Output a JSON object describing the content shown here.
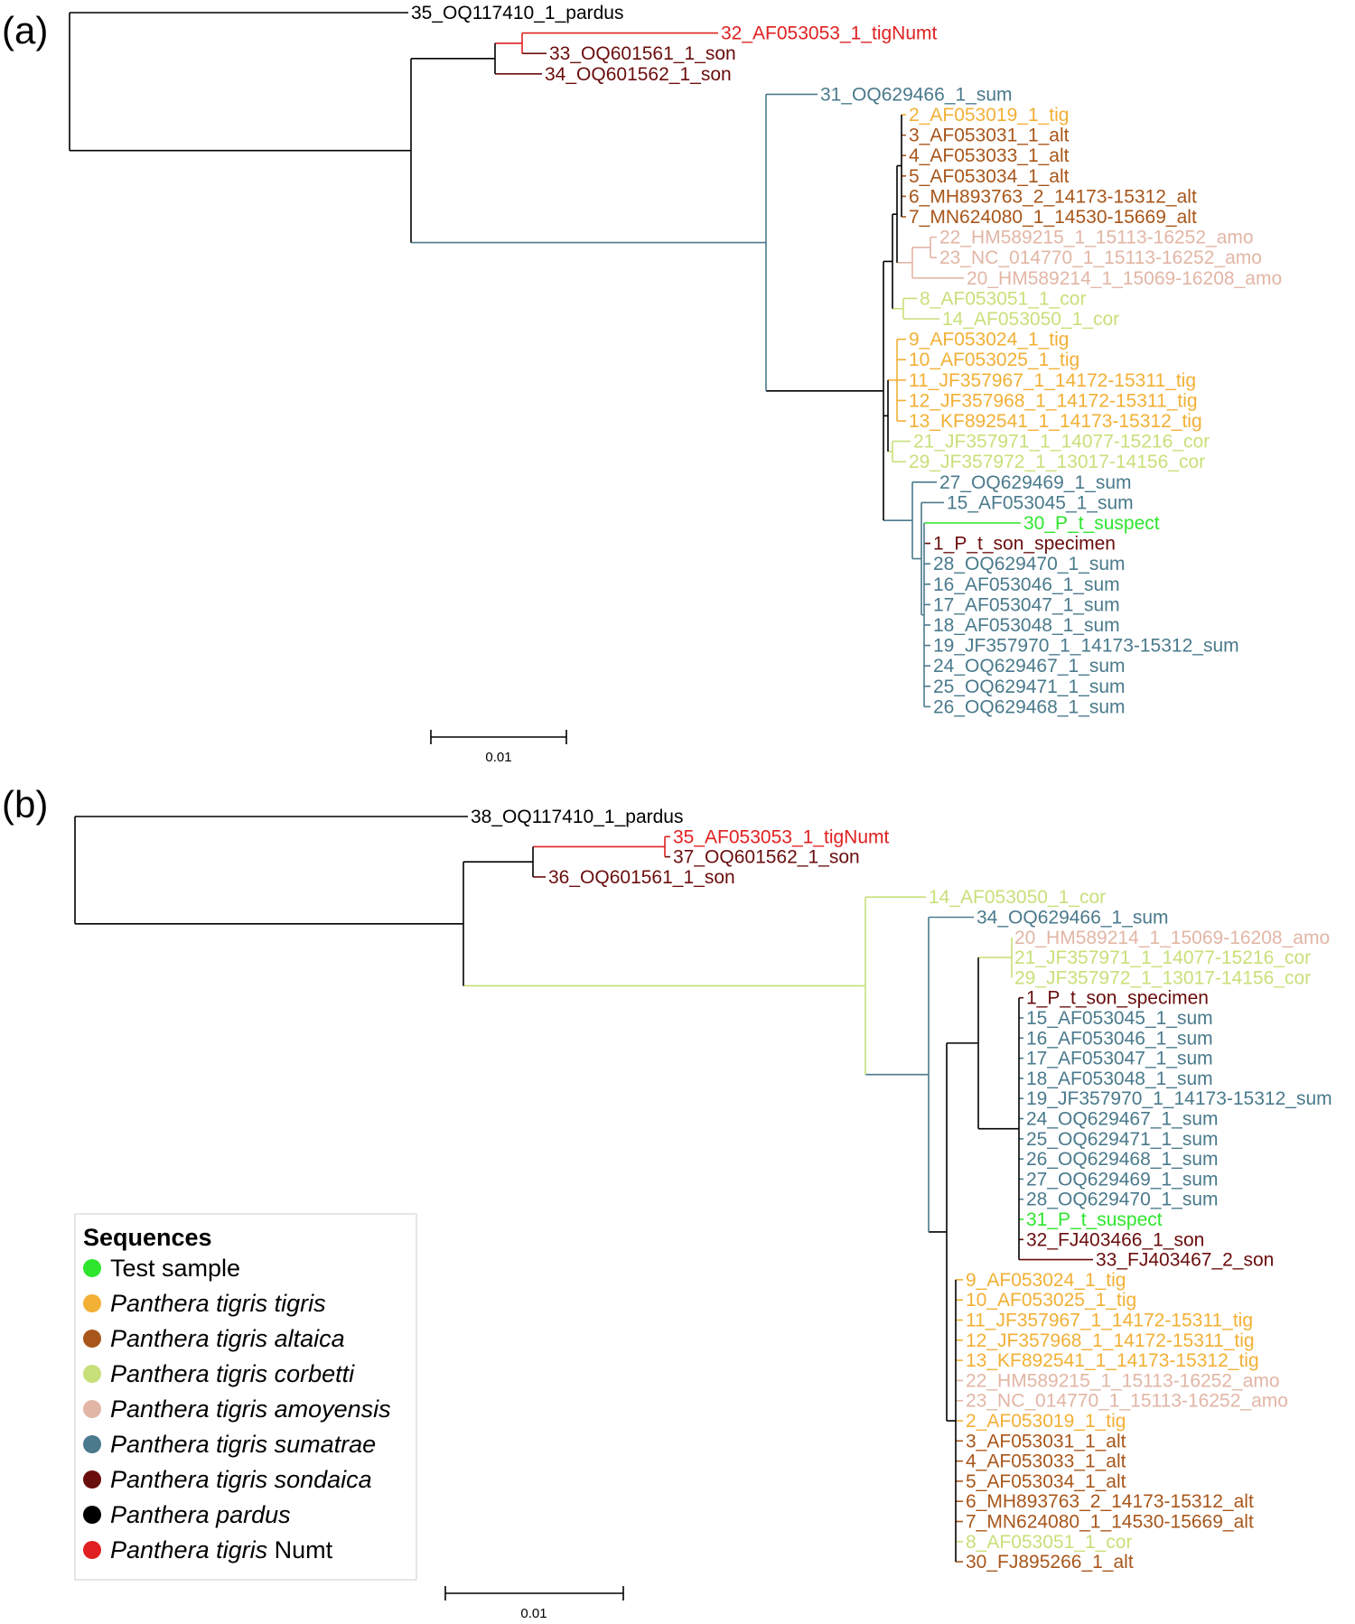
{
  "colors": {
    "test": "#2ee62e",
    "tigris": "#f2b035",
    "altaica": "#a8561a",
    "corbetti": "#c8e07a",
    "amoyensis": "#e2b6a6",
    "sumatrae": "#4a7a8c",
    "sondaica": "#6a0d0d",
    "pardus": "#000000",
    "numt": "#e02020"
  },
  "panels": [
    {
      "label": "(a)",
      "scale_label": "0.01",
      "leaves": [
        {
          "id": "a35",
          "label": "35_OQ117410_1_pardus",
          "group": "pardus"
        },
        {
          "id": "a32",
          "label": "32_AF053053_1_tigNumt",
          "group": "numt"
        },
        {
          "id": "a33",
          "label": "33_OQ601561_1_son",
          "group": "sondaica"
        },
        {
          "id": "a34",
          "label": "34_OQ601562_1_son",
          "group": "sondaica"
        },
        {
          "id": "a31",
          "label": "31_OQ629466_1_sum",
          "group": "sumatrae"
        },
        {
          "id": "a2",
          "label": "2_AF053019_1_tig",
          "group": "tigris"
        },
        {
          "id": "a3",
          "label": "3_AF053031_1_alt",
          "group": "altaica"
        },
        {
          "id": "a4",
          "label": "4_AF053033_1_alt",
          "group": "altaica"
        },
        {
          "id": "a5",
          "label": "5_AF053034_1_alt",
          "group": "altaica"
        },
        {
          "id": "a6",
          "label": "6_MH893763_2_14173-15312_alt",
          "group": "altaica"
        },
        {
          "id": "a7",
          "label": "7_MN624080_1_14530-15669_alt",
          "group": "altaica"
        },
        {
          "id": "a22",
          "label": "22_HM589215_1_15113-16252_amo",
          "group": "amoyensis"
        },
        {
          "id": "a23",
          "label": "23_NC_014770_1_15113-16252_amo",
          "group": "amoyensis"
        },
        {
          "id": "a20",
          "label": "20_HM589214_1_15069-16208_amo",
          "group": "amoyensis"
        },
        {
          "id": "a8",
          "label": "8_AF053051_1_cor",
          "group": "corbetti"
        },
        {
          "id": "a14",
          "label": "14_AF053050_1_cor",
          "group": "corbetti"
        },
        {
          "id": "a9",
          "label": "9_AF053024_1_tig",
          "group": "tigris"
        },
        {
          "id": "a10",
          "label": "10_AF053025_1_tig",
          "group": "tigris"
        },
        {
          "id": "a11",
          "label": "11_JF357967_1_14172-15311_tig",
          "group": "tigris"
        },
        {
          "id": "a12",
          "label": "12_JF357968_1_14172-15311_tig",
          "group": "tigris"
        },
        {
          "id": "a13",
          "label": "13_KF892541_1_14173-15312_tig",
          "group": "tigris"
        },
        {
          "id": "a21",
          "label": "21_JF357971_1_14077-15216_cor",
          "group": "corbetti"
        },
        {
          "id": "a29",
          "label": "29_JF357972_1_13017-14156_cor",
          "group": "corbetti"
        },
        {
          "id": "a27",
          "label": "27_OQ629469_1_sum",
          "group": "sumatrae"
        },
        {
          "id": "a15",
          "label": "15_AF053045_1_sum",
          "group": "sumatrae"
        },
        {
          "id": "a30",
          "label": "30_P_t_suspect",
          "group": "test"
        },
        {
          "id": "a1",
          "label": "1_P_t_son_specimen",
          "group": "sondaica"
        },
        {
          "id": "a28",
          "label": "28_OQ629470_1_sum",
          "group": "sumatrae"
        },
        {
          "id": "a16",
          "label": "16_AF053046_1_sum",
          "group": "sumatrae"
        },
        {
          "id": "a17",
          "label": "17_AF053047_1_sum",
          "group": "sumatrae"
        },
        {
          "id": "a18",
          "label": "18_AF053048_1_sum",
          "group": "sumatrae"
        },
        {
          "id": "a19",
          "label": "19_JF357970_1_14173-15312_sum",
          "group": "sumatrae"
        },
        {
          "id": "a24",
          "label": "24_OQ629467_1_sum",
          "group": "sumatrae"
        },
        {
          "id": "a25",
          "label": "25_OQ629471_1_sum",
          "group": "sumatrae"
        },
        {
          "id": "a26",
          "label": "26_OQ629468_1_sum",
          "group": "sumatrae"
        }
      ]
    },
    {
      "label": "(b)",
      "scale_label": "0.01",
      "leaves": [
        {
          "id": "b38",
          "label": "38_OQ117410_1_pardus",
          "group": "pardus"
        },
        {
          "id": "b35",
          "label": "35_AF053053_1_tigNumt",
          "group": "numt"
        },
        {
          "id": "b37",
          "label": "37_OQ601562_1_son",
          "group": "sondaica"
        },
        {
          "id": "b36",
          "label": "36_OQ601561_1_son",
          "group": "sondaica"
        },
        {
          "id": "b14",
          "label": "14_AF053050_1_cor",
          "group": "corbetti"
        },
        {
          "id": "b34",
          "label": "34_OQ629466_1_sum",
          "group": "sumatrae"
        },
        {
          "id": "b20",
          "label": "20_HM589214_1_15069-16208_amo",
          "group": "amoyensis"
        },
        {
          "id": "b21",
          "label": "21_JF357971_1_14077-15216_cor",
          "group": "corbetti"
        },
        {
          "id": "b29",
          "label": "29_JF357972_1_13017-14156_cor",
          "group": "corbetti"
        },
        {
          "id": "b1",
          "label": "1_P_t_son_specimen",
          "group": "sondaica"
        },
        {
          "id": "b15",
          "label": "15_AF053045_1_sum",
          "group": "sumatrae"
        },
        {
          "id": "b16",
          "label": "16_AF053046_1_sum",
          "group": "sumatrae"
        },
        {
          "id": "b17",
          "label": "17_AF053047_1_sum",
          "group": "sumatrae"
        },
        {
          "id": "b18",
          "label": "18_AF053048_1_sum",
          "group": "sumatrae"
        },
        {
          "id": "b19",
          "label": "19_JF357970_1_14173-15312_sum",
          "group": "sumatrae"
        },
        {
          "id": "b24",
          "label": "24_OQ629467_1_sum",
          "group": "sumatrae"
        },
        {
          "id": "b25",
          "label": "25_OQ629471_1_sum",
          "group": "sumatrae"
        },
        {
          "id": "b26",
          "label": "26_OQ629468_1_sum",
          "group": "sumatrae"
        },
        {
          "id": "b27",
          "label": "27_OQ629469_1_sum",
          "group": "sumatrae"
        },
        {
          "id": "b28",
          "label": "28_OQ629470_1_sum",
          "group": "sumatrae"
        },
        {
          "id": "b31",
          "label": "31_P_t_suspect",
          "group": "test"
        },
        {
          "id": "b32",
          "label": "32_FJ403466_1_son",
          "group": "sondaica"
        },
        {
          "id": "b33",
          "label": "33_FJ403467_2_son",
          "group": "sondaica"
        },
        {
          "id": "b9",
          "label": "9_AF053024_1_tig",
          "group": "tigris"
        },
        {
          "id": "b10",
          "label": "10_AF053025_1_tig",
          "group": "tigris"
        },
        {
          "id": "b11",
          "label": "11_JF357967_1_14172-15311_tig",
          "group": "tigris"
        },
        {
          "id": "b12",
          "label": "12_JF357968_1_14172-15311_tig",
          "group": "tigris"
        },
        {
          "id": "b13",
          "label": "13_KF892541_1_14173-15312_tig",
          "group": "tigris"
        },
        {
          "id": "b22",
          "label": "22_HM589215_1_15113-16252_amo",
          "group": "amoyensis"
        },
        {
          "id": "b23",
          "label": "23_NC_014770_1_15113-16252_amo",
          "group": "amoyensis"
        },
        {
          "id": "b2",
          "label": "2_AF053019_1_tig",
          "group": "tigris"
        },
        {
          "id": "b3",
          "label": "3_AF053031_1_alt",
          "group": "altaica"
        },
        {
          "id": "b4",
          "label": "4_AF053033_1_alt",
          "group": "altaica"
        },
        {
          "id": "b5",
          "label": "5_AF053034_1_alt",
          "group": "altaica"
        },
        {
          "id": "b6",
          "label": "6_MH893763_2_14173-15312_alt",
          "group": "altaica"
        },
        {
          "id": "b7",
          "label": "7_MN624080_1_14530-15669_alt",
          "group": "altaica"
        },
        {
          "id": "b8",
          "label": "8_AF053051_1_cor",
          "group": "corbetti"
        },
        {
          "id": "b30",
          "label": "30_FJ895266_1_alt",
          "group": "altaica"
        }
      ]
    }
  ],
  "legend": {
    "title": "Sequences",
    "items": [
      {
        "group": "test",
        "text": "Test sample",
        "italic": ""
      },
      {
        "group": "tigris",
        "text": "",
        "italic": "Panthera tigris tigris"
      },
      {
        "group": "altaica",
        "text": "",
        "italic": "Panthera tigris altaica"
      },
      {
        "group": "corbetti",
        "text": "",
        "italic": "Panthera tigris corbetti"
      },
      {
        "group": "amoyensis",
        "text": "",
        "italic": "Panthera tigris amoyensis"
      },
      {
        "group": "sumatrae",
        "text": "",
        "italic": "Panthera tigris sumatrae"
      },
      {
        "group": "sondaica",
        "text": "",
        "italic": "Panthera tigris sondaica"
      },
      {
        "group": "pardus",
        "text": "",
        "italic": "Panthera pardus"
      },
      {
        "group": "numt",
        "text": "Numt",
        "italic": "Panthera tigris"
      }
    ]
  }
}
